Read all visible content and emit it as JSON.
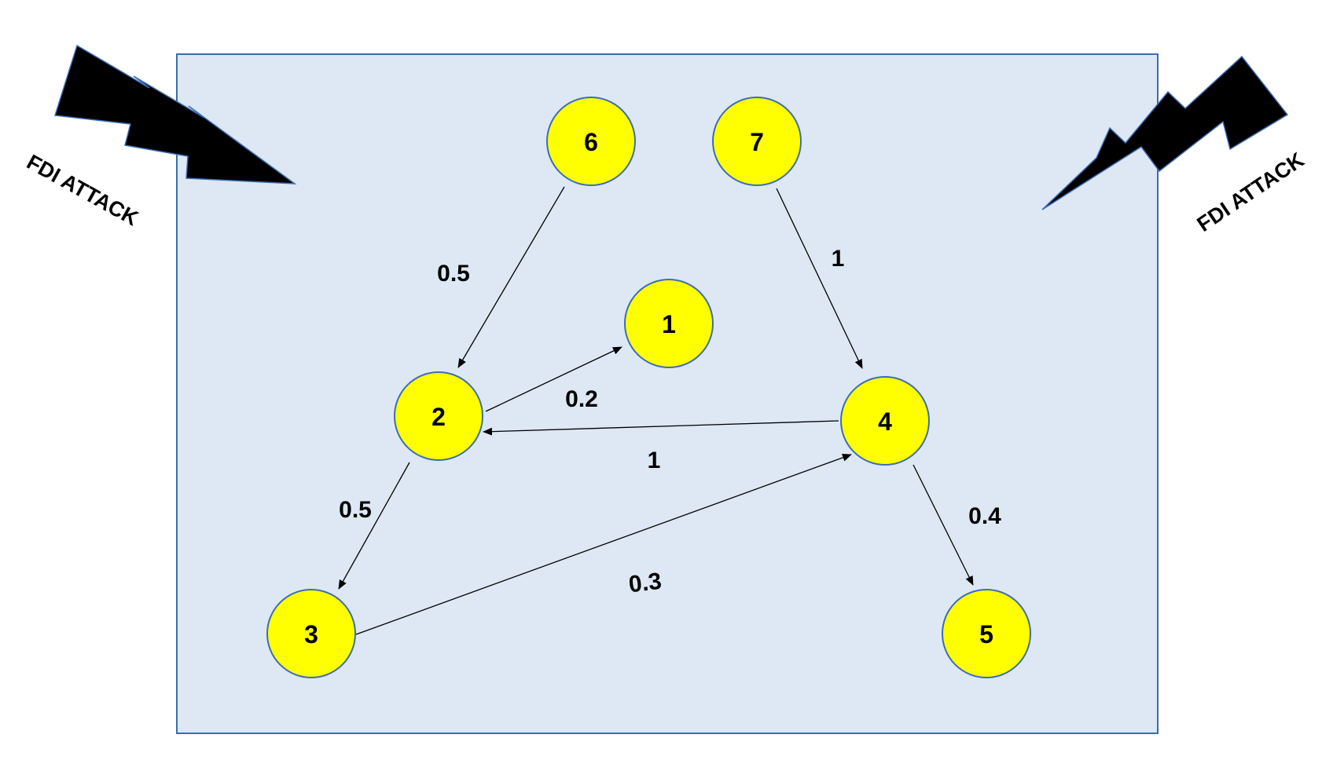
{
  "diagram": {
    "colors": {
      "background_panel": "#dde8f4",
      "panel_border": "#3a6da8",
      "node_fill": "#ffff00",
      "node_stroke": "#3d6db3",
      "edge": "#000000",
      "bolt": "#000000"
    },
    "attacks": [
      {
        "id": "left",
        "label": "FDI ATTACK",
        "icon": "lightning-bolt-icon"
      },
      {
        "id": "right",
        "label": "FDI ATTACK",
        "icon": "lightning-bolt-icon"
      }
    ],
    "nodes": [
      {
        "id": "n1",
        "label": "1"
      },
      {
        "id": "n2",
        "label": "2"
      },
      {
        "id": "n3",
        "label": "3"
      },
      {
        "id": "n4",
        "label": "4"
      },
      {
        "id": "n5",
        "label": "5"
      },
      {
        "id": "n6",
        "label": "6"
      },
      {
        "id": "n7",
        "label": "7"
      }
    ],
    "edges": [
      {
        "id": "e6-2",
        "from": "6",
        "to": "2",
        "weight": "0.5"
      },
      {
        "id": "e7-4",
        "from": "7",
        "to": "4",
        "weight": "1"
      },
      {
        "id": "e2-1",
        "from": "2",
        "to": "1",
        "weight": "0.2"
      },
      {
        "id": "e4-2",
        "from": "4",
        "to": "2",
        "weight": "1"
      },
      {
        "id": "e2-3",
        "from": "2",
        "to": "3",
        "weight": "0.5"
      },
      {
        "id": "e3-4",
        "from": "3",
        "to": "4",
        "weight": "0.3"
      },
      {
        "id": "e4-5",
        "from": "4",
        "to": "5",
        "weight": "0.4"
      }
    ]
  }
}
